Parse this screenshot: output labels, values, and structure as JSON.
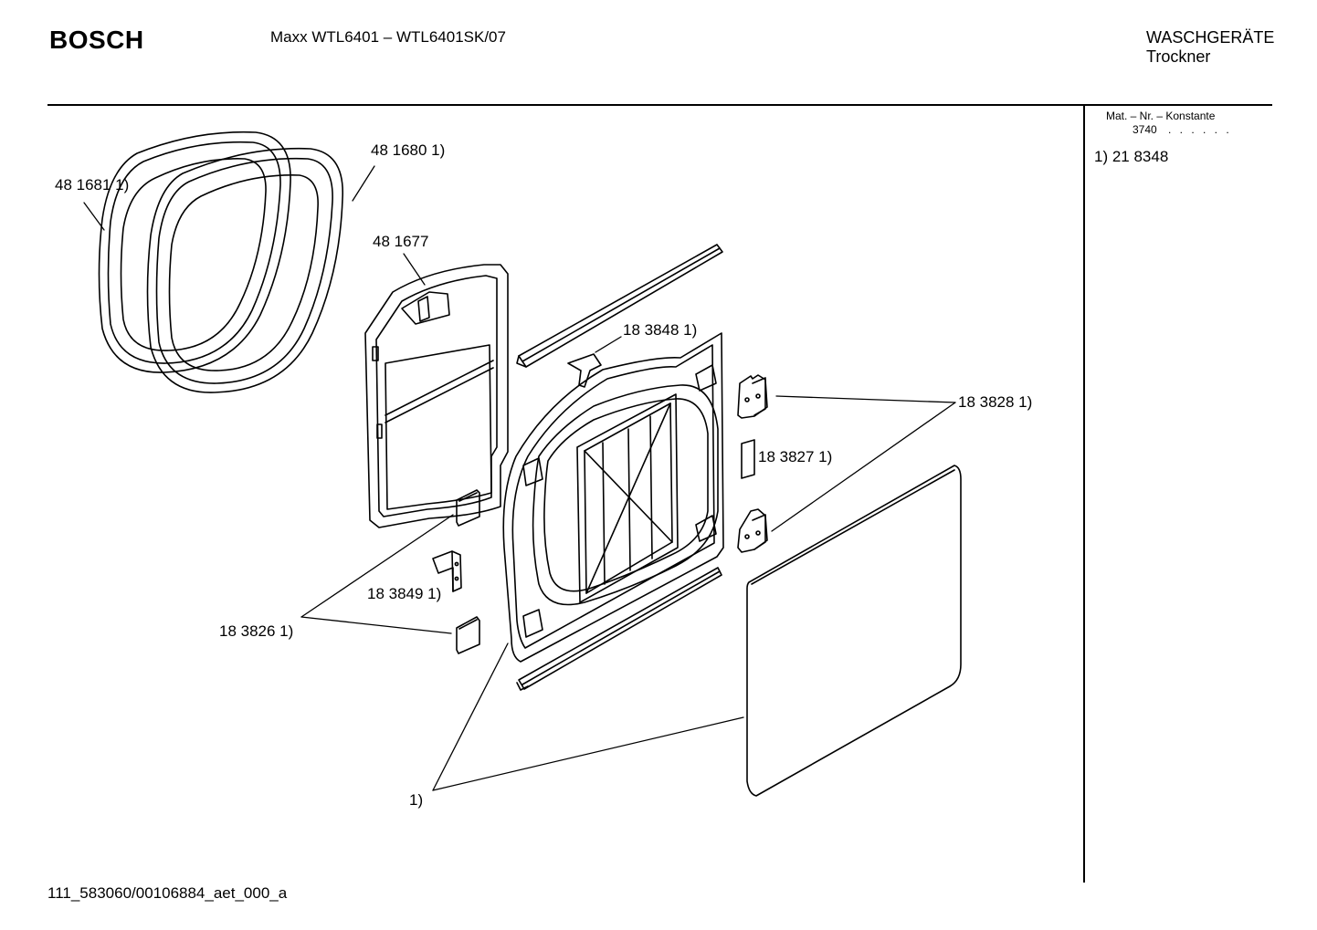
{
  "header": {
    "brand": "BOSCH",
    "model": "Maxx WTL6401 – WTL6401SK/07",
    "category": "WASCHGERÄTE",
    "subcategory": "Trockner"
  },
  "sidebar": {
    "mat_header": "Mat. – Nr. – Konstante",
    "mat_value": "3740",
    "mat_dots": ". . . . . .",
    "note": "1) 21 8348"
  },
  "labels": {
    "p481681": "48 1681 1)",
    "p481680": "48 1680 1)",
    "p481677": "48 1677",
    "p183848": "18 3848 1)",
    "p183828": "18 3828 1)",
    "p183827": "18 3827 1)",
    "p183849": "18 3849 1)",
    "p183826": "18 3826 1)",
    "p1": "1)"
  },
  "footer": {
    "code": "111_583060/00106884_aet_000_a"
  }
}
